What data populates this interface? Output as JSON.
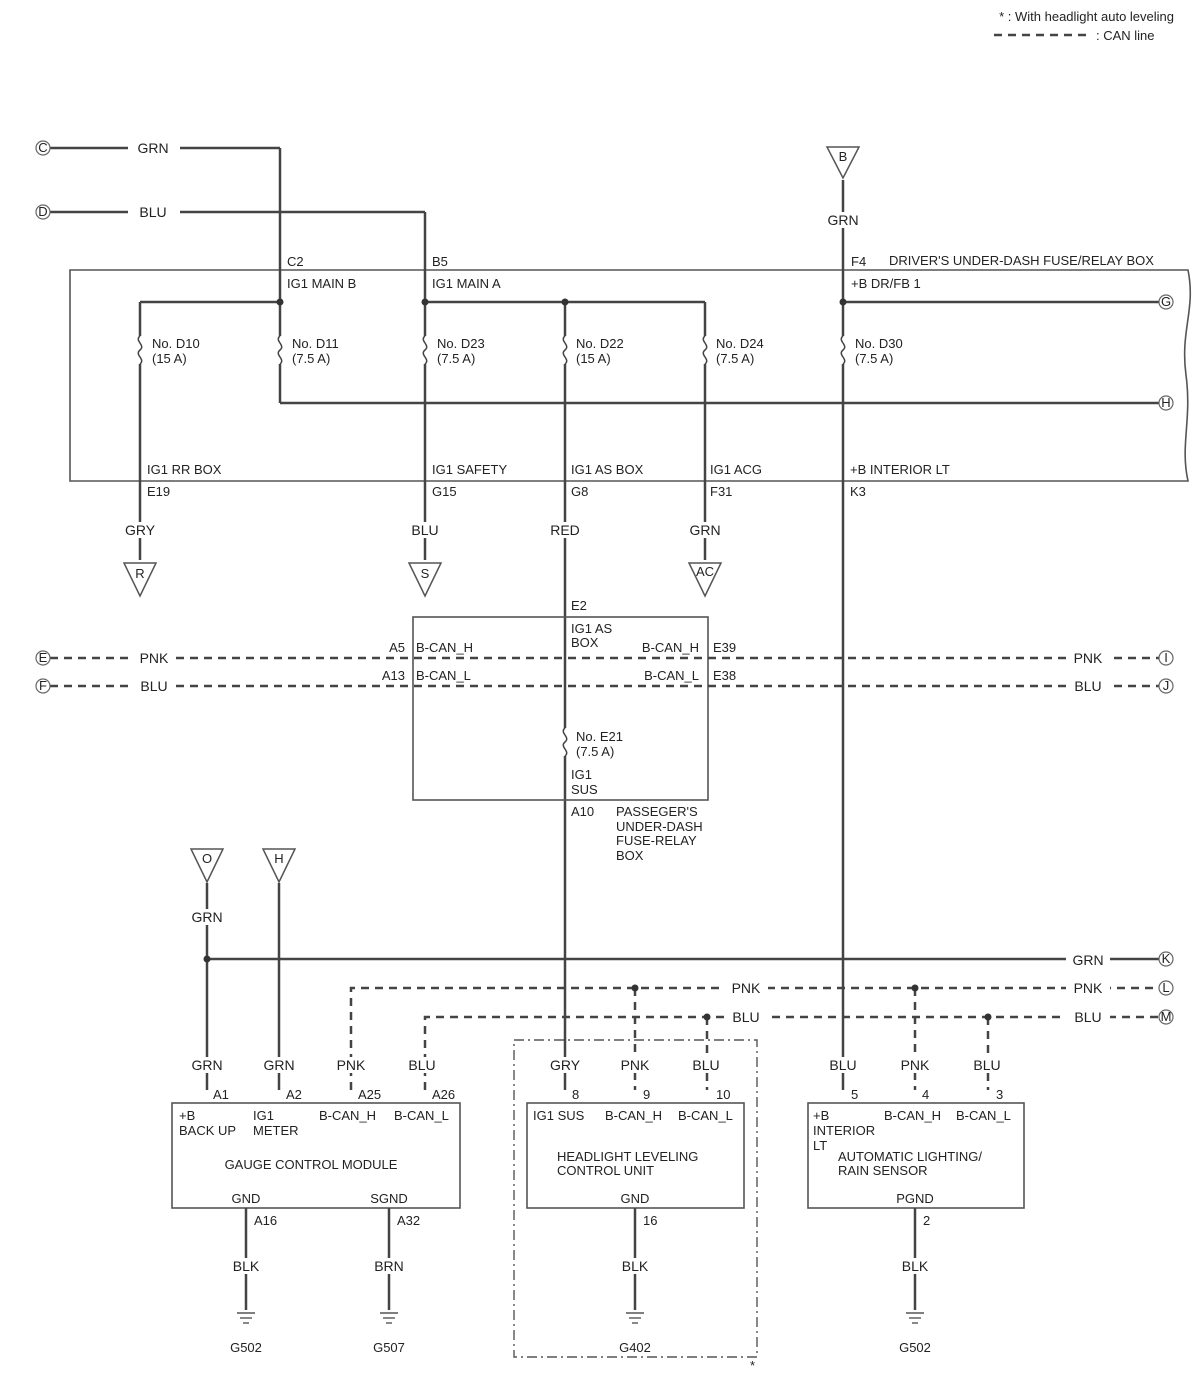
{
  "legend": {
    "auto_leveling": "* : With headlight auto leveling",
    "can_line": ": CAN line"
  },
  "terminals": {
    "C": "C",
    "D": "D",
    "E": "E",
    "F": "F",
    "G": "G",
    "H": "H",
    "I": "I",
    "J": "J",
    "K": "K",
    "L": "L",
    "M": "M",
    "B": "B",
    "R": "R",
    "S": "S",
    "AC": "AC",
    "O": "O",
    "H2": "H"
  },
  "wires": {
    "grn": "GRN",
    "blu": "BLU",
    "gry": "GRY",
    "red": "RED",
    "pnk": "PNK",
    "blk": "BLK",
    "brn": "BRN"
  },
  "fuse_box": {
    "title": "DRIVER'S UNDER-DASH FUSE/RELAY BOX",
    "c2": "C2",
    "b5": "B5",
    "f4": "F4",
    "ig1_main_b": "IG1 MAIN B",
    "ig1_main_a": "IG1 MAIN A",
    "b_drfb1": "+B DR/FB 1",
    "fuses": [
      {
        "no": "No. D10",
        "amp": "(15 A)"
      },
      {
        "no": "No. D11",
        "amp": "(7.5 A)"
      },
      {
        "no": "No. D23",
        "amp": "(7.5 A)"
      },
      {
        "no": "No. D22",
        "amp": "(15 A)"
      },
      {
        "no": "No. D24",
        "amp": "(7.5 A)"
      },
      {
        "no": "No. D30",
        "amp": "(7.5 A)"
      }
    ],
    "outputs": [
      {
        "name": "IG1 RR BOX",
        "pin": "E19"
      },
      {
        "name": "IG1 SAFETY",
        "pin": "G15"
      },
      {
        "name": "IG1 AS BOX",
        "pin": "G8"
      },
      {
        "name": "IG1 ACG",
        "pin": "F31"
      },
      {
        "name": "+B INTERIOR LT",
        "pin": "K3"
      }
    ]
  },
  "pass_box": {
    "e2": "E2",
    "ig1_as": "IG1 AS",
    "box": "BOX",
    "a5": "A5",
    "a13": "A13",
    "e39": "E39",
    "e38": "E38",
    "bcanh": "B-CAN_H",
    "bcanl": "B-CAN_L",
    "fuse_no": "No. E21",
    "fuse_amp": "(7.5 A)",
    "ig1": "IG1",
    "sus": "SUS",
    "a10": "A10",
    "name_lines": [
      "PASSEGER'S",
      "UNDER-DASH",
      "FUSE-RELAY",
      "BOX"
    ]
  },
  "gauge": {
    "name": "GAUGE CONTROL MODULE",
    "pins": [
      "A1",
      "A2",
      "A25",
      "A26"
    ],
    "b": "+B",
    "backup": "BACK UP",
    "ig1": "IG1",
    "meter": "METER",
    "bcanh": "B-CAN_H",
    "bcanl": "B-CAN_L",
    "gnd": "GND",
    "sgnd": "SGND",
    "a16": "A16",
    "a32": "A32",
    "g1": "G502",
    "g2": "G507"
  },
  "hlc": {
    "name1": "HEADLIGHT LEVELING",
    "name2": "CONTROL UNIT",
    "pins": [
      "8",
      "9",
      "10"
    ],
    "ig1sus": "IG1 SUS",
    "bcanh": "B-CAN_H",
    "bcanl": "B-CAN_L",
    "gnd": "GND",
    "pin16": "16",
    "ground": "G402",
    "star": "*"
  },
  "sensor": {
    "name1": "AUTOMATIC LIGHTING/",
    "name2": "RAIN SENSOR",
    "pins": [
      "5",
      "4",
      "3"
    ],
    "b": "+B",
    "interior": "INTERIOR",
    "lt": "LT",
    "bcanh": "B-CAN_H",
    "bcanl": "B-CAN_L",
    "pgnd": "PGND",
    "pin2": "2",
    "ground": "G502"
  }
}
